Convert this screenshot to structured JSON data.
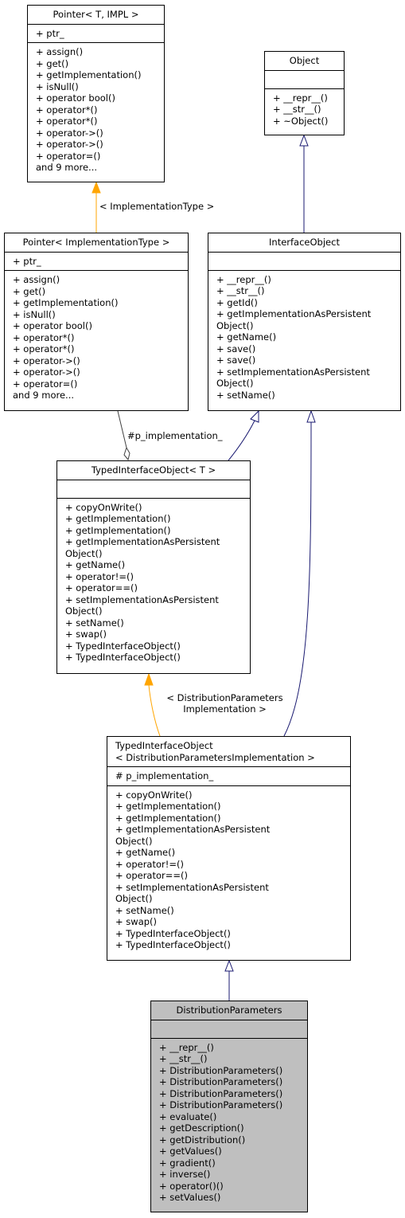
{
  "classes": {
    "pointer_t_impl": {
      "title": [
        "Pointer< T, IMPL >"
      ],
      "attributes": [
        "+ ptr_"
      ],
      "methods": [
        "+ assign()",
        "+ get()",
        "+ getImplementation()",
        "+ isNull()",
        "+ operator bool()",
        "+ operator*()",
        "+ operator*()",
        "+ operator->()",
        "+ operator->()",
        "+ operator=()",
        "and 9 more..."
      ]
    },
    "object": {
      "title": [
        "Object"
      ],
      "attributes": [],
      "methods": [
        "+ __repr__()",
        "+ __str__()",
        "+ ~Object()"
      ]
    },
    "pointer_impltype": {
      "title": [
        "Pointer< ImplementationType >"
      ],
      "attributes": [
        "+ ptr_"
      ],
      "methods": [
        "+ assign()",
        "+ get()",
        "+ getImplementation()",
        "+ isNull()",
        "+ operator bool()",
        "+ operator*()",
        "+ operator*()",
        "+ operator->()",
        "+ operator->()",
        "+ operator=()",
        "and 9 more..."
      ]
    },
    "interface_object": {
      "title": [
        "InterfaceObject"
      ],
      "attributes": [],
      "methods": [
        "+ __repr__()",
        "+ __str__()",
        "+ getId()",
        "+ getImplementationAsPersistent",
        "Object()",
        "+ getName()",
        "+ save()",
        "+ save()",
        "+ setImplementationAsPersistent",
        "Object()",
        "+ setName()"
      ]
    },
    "typed_interface_object_t": {
      "title": [
        "TypedInterfaceObject< T >"
      ],
      "attributes": [],
      "methods": [
        "+ copyOnWrite()",
        "+ getImplementation()",
        "+ getImplementation()",
        "+ getImplementationAsPersistent",
        "Object()",
        "+ getName()",
        "+ operator!=()",
        "+ operator==()",
        "+ setImplementationAsPersistent",
        "Object()",
        "+ setName()",
        "+ swap()",
        "+ TypedInterfaceObject()",
        "+ TypedInterfaceObject()"
      ]
    },
    "typed_interface_object_dp": {
      "title": [
        "TypedInterfaceObject",
        "< DistributionParametersImplementation >"
      ],
      "attributes": [
        "# p_implementation_"
      ],
      "methods": [
        "+ copyOnWrite()",
        "+ getImplementation()",
        "+ getImplementation()",
        "+ getImplementationAsPersistent",
        "Object()",
        "+ getName()",
        "+ operator!=()",
        "+ operator==()",
        "+ setImplementationAsPersistent",
        "Object()",
        "+ setName()",
        "+ swap()",
        "+ TypedInterfaceObject()",
        "+ TypedInterfaceObject()"
      ]
    },
    "distribution_parameters": {
      "title": [
        "DistributionParameters"
      ],
      "attributes": [],
      "methods": [
        "+ __repr__()",
        "+ __str__()",
        "+ DistributionParameters()",
        "+ DistributionParameters()",
        "+ DistributionParameters()",
        "+ DistributionParameters()",
        "+ evaluate()",
        "+ getDescription()",
        "+ getDistribution()",
        "+ getValues()",
        "+ gradient()",
        "+ inverse()",
        "+ operator()()",
        "+ setValues()"
      ]
    }
  },
  "edge_labels": {
    "impl_type": "< ImplementationType >",
    "p_impl": "#p_implementation_",
    "dp_impl_line1": "< DistributionParameters",
    "dp_impl_line2": "Implementation >"
  },
  "colors": {
    "inheritance": "#191970",
    "template": "#ffa500",
    "composition": "#404040",
    "highlight_fill": "#bfbfbf"
  }
}
